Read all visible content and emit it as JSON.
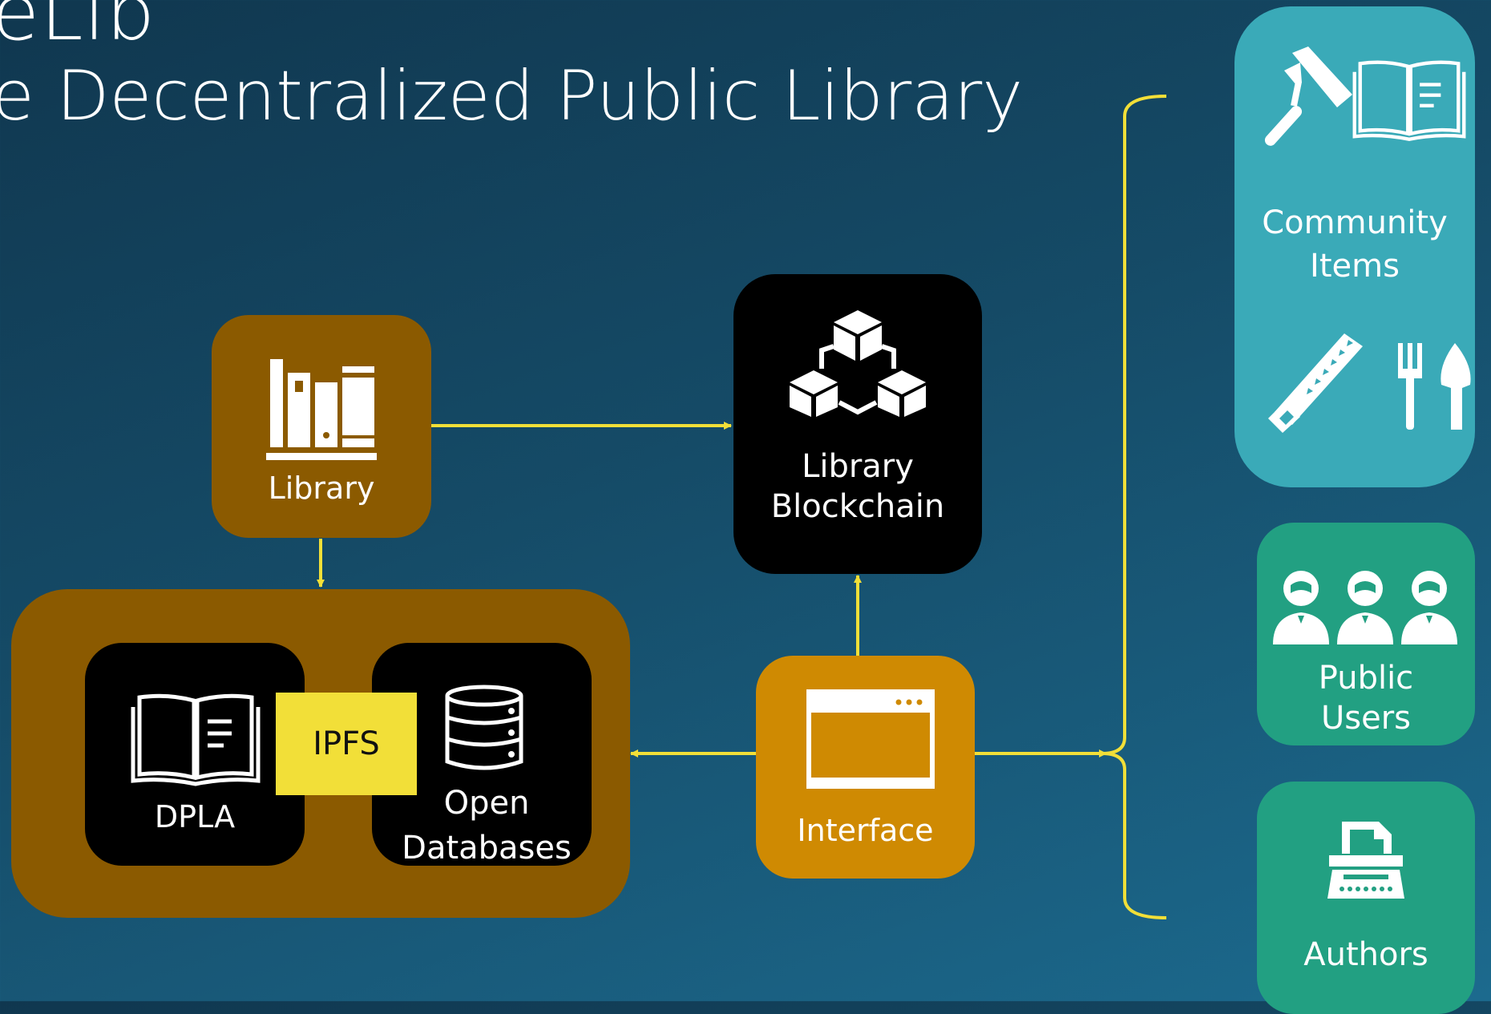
{
  "title": "eLib",
  "subtitle": "e Decentralized Public Library",
  "nodes": {
    "library": {
      "label": "Library",
      "icon": "bookshelf-icon"
    },
    "blockchain": {
      "line1": "Library",
      "line2": "Blockchain",
      "icon": "blockchain-cubes-icon"
    },
    "dpla": {
      "label": "DPLA",
      "icon": "open-book-icon"
    },
    "ipfs": {
      "label": "IPFS"
    },
    "open_databases": {
      "line1": "Open",
      "line2": "Databases",
      "icon": "database-icon"
    },
    "interface": {
      "label": "Interface",
      "icon": "browser-window-icon"
    }
  },
  "sidebar": {
    "community": {
      "line1": "Community",
      "line2": "Items",
      "icons": [
        "paint-roller-icon",
        "book-icon",
        "saw-icon",
        "fork-trowel-icon"
      ]
    },
    "public_users": {
      "line1": "Public",
      "line2": "Users",
      "icon": "users-group-icon"
    },
    "authors": {
      "label": "Authors",
      "icon": "typewriter-icon"
    }
  },
  "colors": {
    "background": "#154b67",
    "library_box": "#8b5a00",
    "storage_container": "#8b5a00",
    "dark_box": "#000000",
    "interface_box": "#cf8a02",
    "ipfs_box": "#f2df38",
    "arrow": "#f2df38",
    "community_box": "#3aaab8",
    "users_box": "#22a082"
  }
}
